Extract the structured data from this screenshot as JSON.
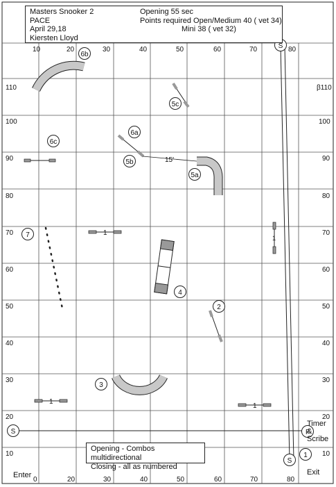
{
  "header": {
    "title": "Masters Snooker 2",
    "level": "PACE",
    "date": "April 29,18",
    "judge": "Kiersten Lloyd",
    "opening_time": "Opening 55 sec",
    "points_required": "Points required Open/Medium  40 ( vet 34)",
    "points_mini": "Mini 38 ( vet 32)"
  },
  "x_labels": [
    "10",
    "20",
    "30",
    "40",
    "50",
    "60",
    "70",
    "80"
  ],
  "x_labels_bottom": [
    "0",
    "20",
    "30",
    "40",
    "50",
    "60",
    "70",
    "80"
  ],
  "y_labels": [
    "110",
    "100",
    "90",
    "80",
    "70",
    "60",
    "50",
    "40",
    "30",
    "20",
    "10"
  ],
  "y_label_110_right": "β110",
  "obstacle_labels": [
    "6b",
    "5c",
    "6a",
    "6c",
    "5b",
    "5a",
    "7",
    "4",
    "2",
    "3",
    "1"
  ],
  "distance_label": "15'",
  "jump_mark": "1",
  "start_mark": "S",
  "finish_mark": "F",
  "timer_label": "Timer\n&\nScribe",
  "enter_label": "Enter",
  "exit_label": "Exit",
  "notes": {
    "line1": "Opening - Combos multidirectional",
    "line2": "Closing - all as numbered"
  },
  "colors": {
    "grid": "#555555",
    "tunnel": "#c8c8c8",
    "outline": "#222222",
    "bar": "#999999"
  }
}
